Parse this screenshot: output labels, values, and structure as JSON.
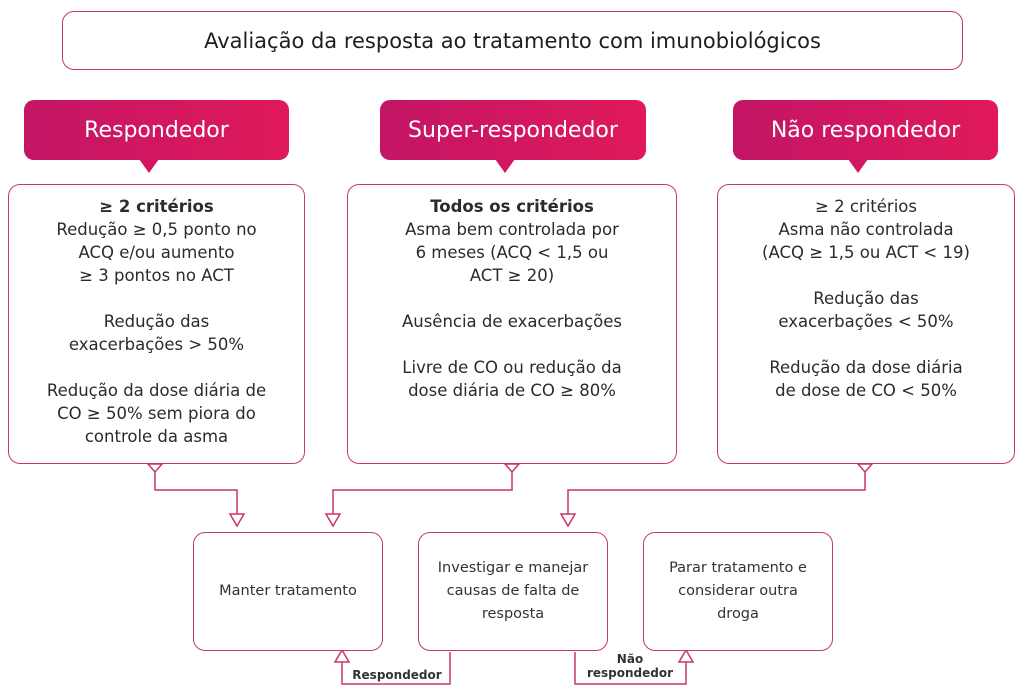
{
  "title": "Avaliação da resposta ao tratamento com imunobiológicos",
  "columns": [
    {
      "header": "Respondedor",
      "lines": [
        "≥ 2 critérios",
        "Redução ≥ 0,5 ponto no",
        "ACQ e/ou aumento",
        "≥ 3 pontos no ACT",
        "",
        "Redução das",
        "exacerbações > 50%",
        "",
        "Redução da dose diária de",
        "CO ≥ 50% sem piora do",
        "controle da asma"
      ]
    },
    {
      "header": "Super-respondedor",
      "lines": [
        "Todos os critérios",
        "Asma bem controlada por",
        "6 meses (ACQ < 1,5 ou",
        "ACT ≥ 20)",
        "",
        "Ausência de exacerbações",
        "",
        "Livre de CO ou redução da",
        "dose diária de CO ≥ 80%"
      ]
    },
    {
      "header": "Não respondedor",
      "lines": [
        "≥ 2 critérios",
        "Asma não controlada",
        "(ACQ ≥ 1,5 ou ACT < 19)",
        "",
        "Redução das",
        "exacerbações < 50%",
        "",
        "Redução da dose diária",
        "de dose de CO < 50%"
      ]
    }
  ],
  "actions": [
    {
      "lines": [
        "Manter tratamento"
      ]
    },
    {
      "lines": [
        "Investigar e manejar",
        "causas de falta de",
        "resposta"
      ]
    },
    {
      "lines": [
        "Parar tratamento e",
        "considerar outra",
        "droga"
      ]
    }
  ],
  "feedback_labels": {
    "respondedor": "Respondedor",
    "nao_respondedor_1": "Não",
    "nao_respondedor_2": "respondedor"
  },
  "colors": {
    "accent": "#d31660",
    "border": "#c7376b"
  }
}
